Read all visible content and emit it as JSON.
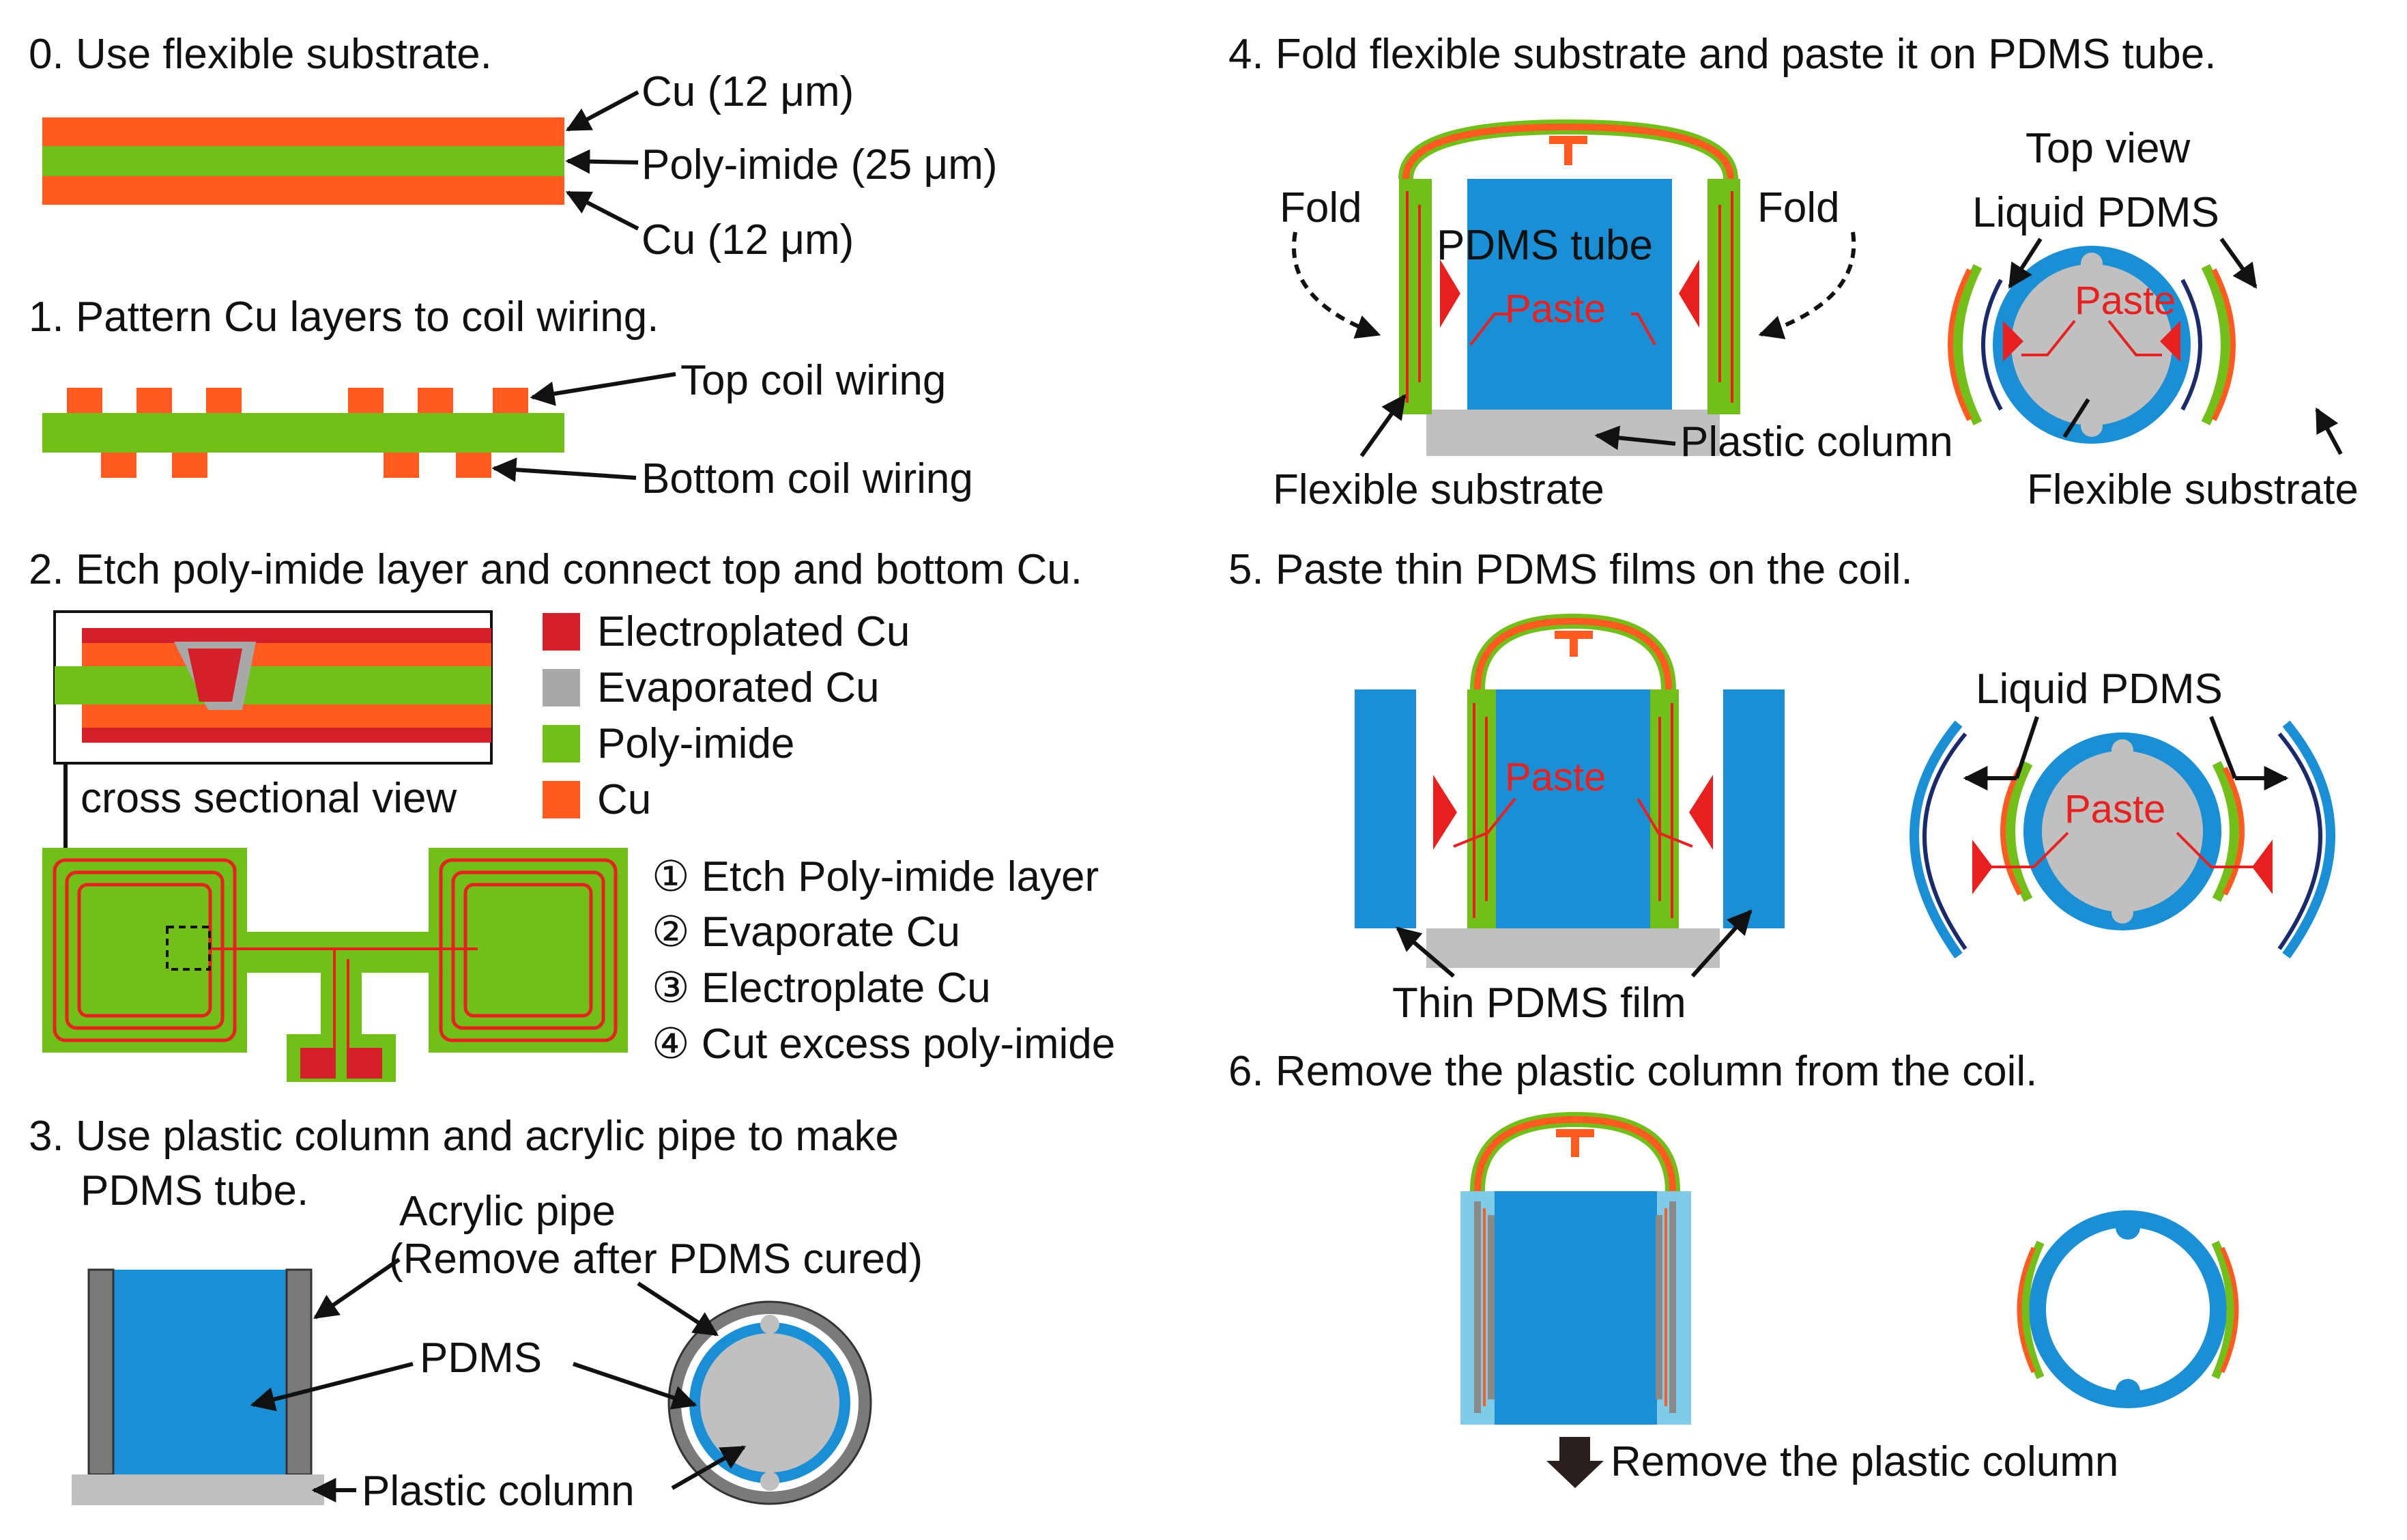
{
  "colors": {
    "copper": "#ff5a1f",
    "polyimide": "#73bf1a",
    "electroplated_cu": "#d4202a",
    "evaporated_cu": "#a8a8a8",
    "pdms": "#1a8fd6",
    "plastic_column": "#c0c0c0",
    "acrylic": "#7a7a7a",
    "paste": "#e8201f",
    "navy": "#1a2a6b"
  },
  "steps": {
    "s0": "0. Use flexible substrate.",
    "s1": "1. Pattern Cu layers to coil wiring.",
    "s2": "2. Etch poly-imide layer and connect top and bottom Cu.",
    "s3a": "3. Use plastic column and acrylic pipe to make",
    "s3b": "PDMS tube.",
    "s4": "4. Fold flexible substrate and paste it on PDMS tube.",
    "s5": "5. Paste thin PDMS films on the coil.",
    "s6": "6. Remove the plastic column from the coil."
  },
  "step0": {
    "cu_top": "Cu (12 μm)",
    "polyimide": "Poly-imide (25 μm)",
    "cu_bottom": "Cu (12 μm)"
  },
  "step1": {
    "top_wiring": "Top coil wiring",
    "bottom_wiring": "Bottom coil wiring"
  },
  "step2": {
    "legend": [
      "Electroplated Cu",
      "Evaporated Cu",
      "Poly-imide",
      "Cu"
    ],
    "cross_section_label": "cross sectional view",
    "substeps": [
      "① Etch Poly-imide layer",
      "② Evaporate Cu",
      "③ Electroplate Cu",
      "④ Cut excess poly-imide"
    ]
  },
  "step3": {
    "acrylic_1": "Acrylic pipe",
    "acrylic_2": "(Remove after PDMS cured)",
    "pdms": "PDMS",
    "plastic_column": "Plastic column"
  },
  "step4": {
    "fold": "Fold",
    "pdms_tube": "PDMS tube",
    "paste": "Paste",
    "plastic_column": "Plastic column",
    "flexible_substrate": "Flexible substrate",
    "top_view": "Top view",
    "liquid_pdms": "Liquid PDMS"
  },
  "step5": {
    "paste": "Paste",
    "thin_film": "Thin PDMS film",
    "liquid_pdms": "Liquid PDMS"
  },
  "step6": {
    "remove": "Remove the plastic column"
  }
}
